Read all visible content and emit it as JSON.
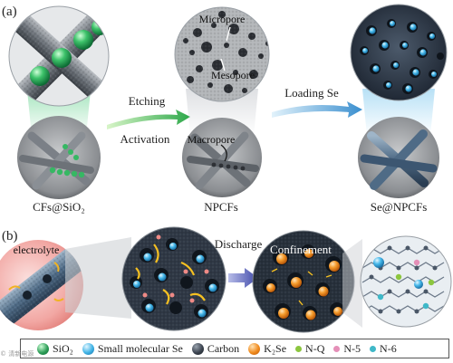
{
  "panel_a": {
    "label": "(a)",
    "stages": [
      "CFs@SiO₂",
      "NPCFs",
      "Se@NPCFs"
    ],
    "arrows": {
      "etching": "Etching",
      "activation": "Activation",
      "loading": "Loading Se"
    },
    "annotations": {
      "micropore": "Micropore",
      "mesopore": "Mesopore",
      "macropore": "Macropore"
    }
  },
  "panel_b": {
    "label": "(b)",
    "electrolyte": "electrolyte",
    "discharge": "Discharge",
    "confinement": "Confinement"
  },
  "legend": [
    {
      "label": "SiO₂",
      "color": "#2e9e58",
      "icon": "sio2-sphere-icon"
    },
    {
      "label": "Small molecular Se",
      "color": "#3fb3e6",
      "icon": "se-molecule-icon"
    },
    {
      "label": "Carbon",
      "color": "#3c4450",
      "icon": "carbon-sphere-icon"
    },
    {
      "label": "K₂Se",
      "color": "#f08a1c",
      "icon": "k2se-sphere-icon"
    },
    {
      "label": "N-Q",
      "color": "#8cc63f",
      "icon": "nq-dot-icon"
    },
    {
      "label": "N-5",
      "color": "#e58fb8",
      "icon": "n5-dot-icon"
    },
    {
      "label": "N-6",
      "color": "#3fb8c8",
      "icon": "n6-dot-icon"
    }
  ],
  "watermark": "© 清新电源"
}
